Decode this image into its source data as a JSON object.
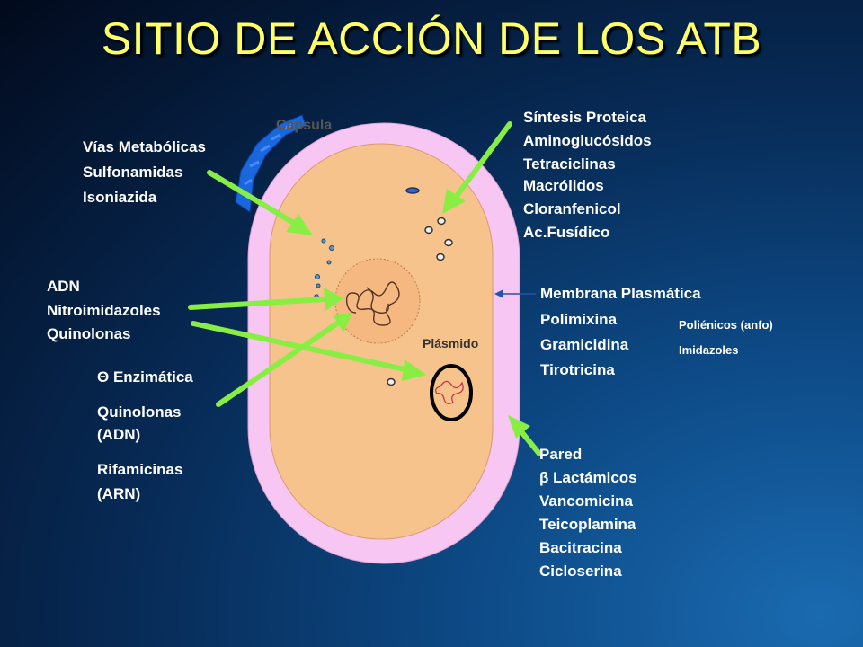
{
  "title": "SITIO DE ACCIÓN DE LOS ATB",
  "labels": {
    "capsula": "Cápsula",
    "plasmido": "Plásmido",
    "vias": [
      "Vías Metabólicas",
      "Sulfonamidas",
      "Isoniazida"
    ],
    "adn": [
      "ADN",
      "Nitroimidazoles",
      "Quinolonas"
    ],
    "enzimatica": [
      "Θ Enzimática",
      "Quinolonas",
      "(ADN)",
      "Rifamicinas",
      "(ARN)"
    ],
    "sintesis": [
      "Síntesis Proteica",
      "Aminoglucósidos",
      "Tetraciclinas",
      "Macrólidos",
      "Cloranfenicol",
      "Ac.Fusídico"
    ],
    "membrana": [
      "Membrana Plasmática",
      "Polimixina",
      "Gramicidina",
      "Tirotricina"
    ],
    "membrana_extra": [
      "Poliénicos (anfo)",
      "Imidazoles"
    ],
    "pared": [
      "Pared",
      "β Lactámicos",
      "Vancomicina",
      "Teicoplamina",
      "Bacitracina",
      "Cicloserina"
    ]
  },
  "colors": {
    "title": "#ffff66",
    "arrow": "#88ee44",
    "cell_wall": "#f7c6f2",
    "cytoplasm": "#f7c38c",
    "capsule": "#1a66dd",
    "membrane_arrow": "#2255aa"
  }
}
